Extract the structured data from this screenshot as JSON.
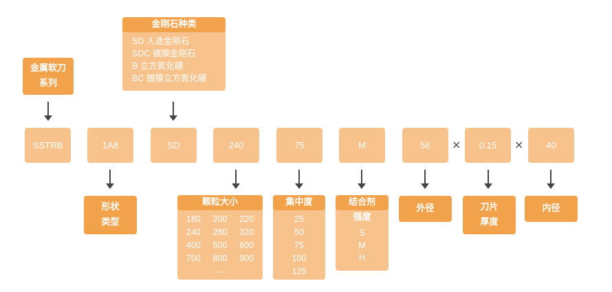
{
  "top_labels": {
    "series": [
      "金属软刀",
      "系列"
    ],
    "diamond_title": "金刚石种类",
    "diamond_items": [
      "SD 人造金刚石",
      "SDC 镀膜金刚石",
      "B  立方氮化硼",
      "BC 镀膜立方氮化硼"
    ]
  },
  "codes": [
    "SSTRB",
    "1A8",
    "SD",
    "240",
    "75",
    "M",
    "56",
    "0.15",
    "40"
  ],
  "separator": "×",
  "bottom_labels": {
    "shape": [
      "形状",
      "类型"
    ],
    "grain_title": "颗粒大小",
    "grain_values": [
      "180",
      "200",
      "220",
      "240",
      "280",
      "320",
      "400",
      "500",
      "600",
      "700",
      "800",
      "900",
      "",
      "......",
      ""
    ],
    "concentration_title": "集中度",
    "concentration_values": [
      "25",
      "50",
      "75",
      "100",
      "125"
    ],
    "bond_title": [
      "结合剂",
      "强度"
    ],
    "bond_values": [
      "S",
      "M",
      "H"
    ],
    "outer_diameter": "外径",
    "blade_thickness": [
      "刀片",
      "厚度"
    ],
    "inner_diameter": "内径"
  },
  "colors": {
    "dark": "#f2a24a",
    "light": "#f7c28b",
    "arrow": "#444444"
  }
}
